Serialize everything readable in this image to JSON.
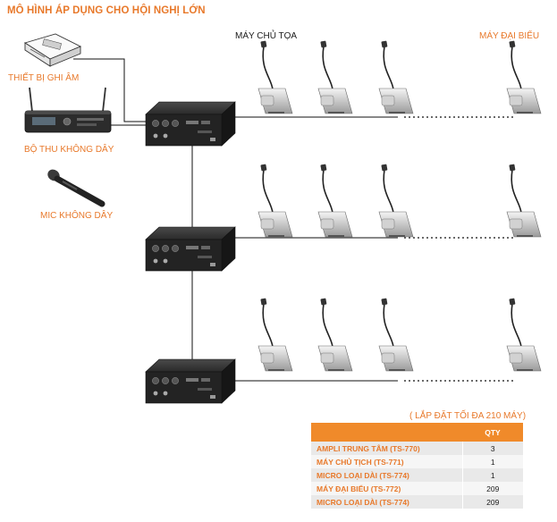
{
  "title": "MÔ HÌNH ÁP DỤNG CHO HỘI NGHỊ LỚN",
  "labels": {
    "recorder": "THIẾT BỊ GHI ÂM",
    "receiver": "BỘ THU KHÔNG DÂY",
    "wireless_mic": "MIC KHÔNG DÂY",
    "chairman": "MÁY CHỦ TỌA",
    "delegate": "MÁY ĐẠI BIỂU"
  },
  "note": "( LẮP ĐẶT TỐI ĐA 210 MÁY)",
  "table": {
    "qty_header": "QTY",
    "rows": [
      {
        "name": "AMPLI TRUNG TÂM (TS-770)",
        "qty": "3"
      },
      {
        "name": "MÁY CHỦ TỊCH (TS-771)",
        "qty": "1"
      },
      {
        "name": "MICRO LOẠI DÀI (TS-774)",
        "qty": "1"
      },
      {
        "name": "MÁY ĐẠI BIỂU (TS-772)",
        "qty": "209"
      },
      {
        "name": "MICRO LOẠI DÀI (TS-774)",
        "qty": "209"
      }
    ]
  }
}
